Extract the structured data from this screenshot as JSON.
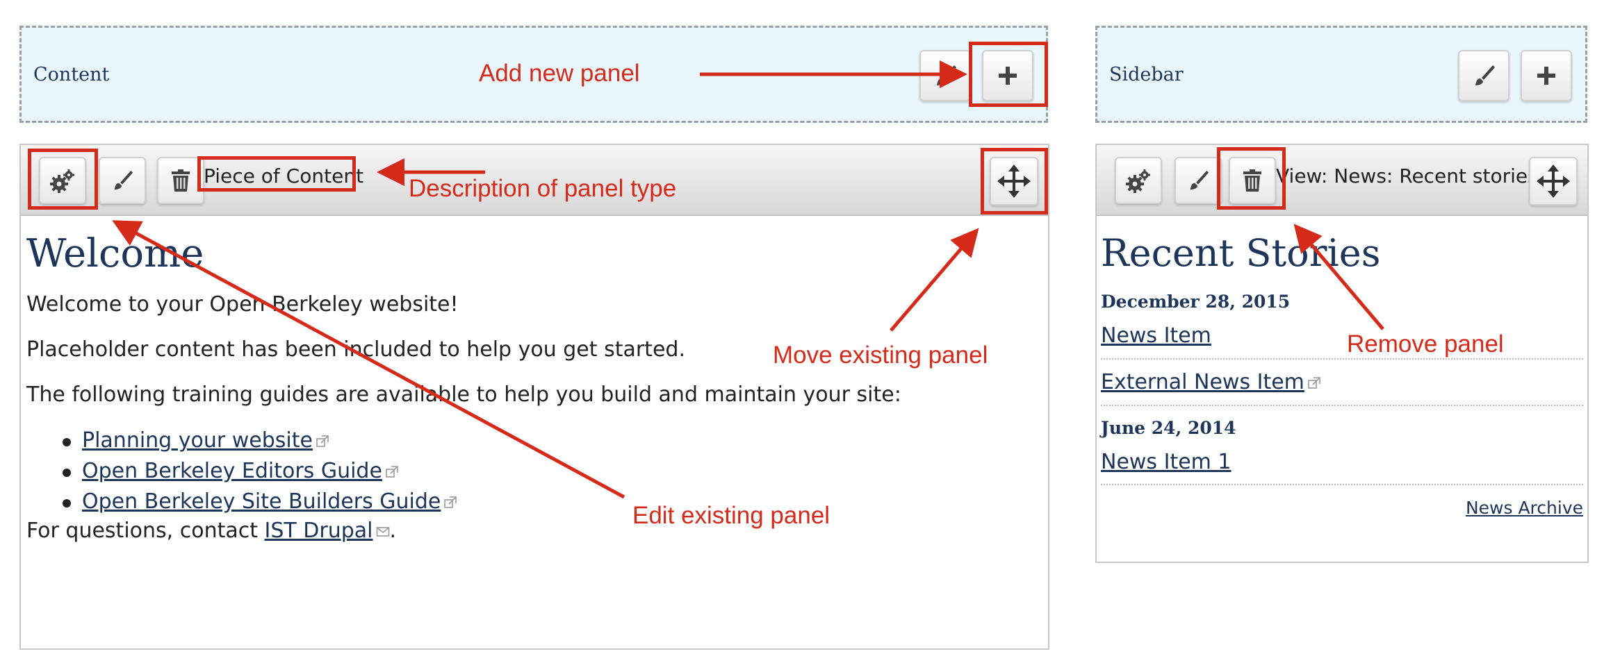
{
  "content_region": {
    "title": "Content"
  },
  "sidebar_region": {
    "title": "Sidebar"
  },
  "welcome_pane": {
    "type_label": "Piece of Content",
    "heading": "Welcome",
    "paragraphs": [
      "Welcome to your Open Berkeley website!",
      "Placeholder content has been included to help you get started.",
      "The following training guides are available to help you build and maintain your site:"
    ],
    "guides": [
      "Planning your website",
      "Open Berkeley Editors Guide",
      "Open Berkeley Site Builders Guide"
    ],
    "contact_prefix": "For questions, contact ",
    "contact_link": "IST Drupal",
    "contact_suffix": "."
  },
  "news_pane": {
    "type_label": "View: News: Recent stories",
    "heading": "Recent Stories",
    "groups": [
      {
        "date": "December 28, 2015",
        "items": [
          "News Item",
          "External News Item"
        ]
      },
      {
        "date": "June 24, 2014",
        "items": [
          "News Item 1"
        ]
      }
    ],
    "archive_link": "News Archive"
  },
  "annotations": {
    "add_panel": "Add new panel",
    "description": "Description of panel type",
    "move_panel": "Move existing panel",
    "edit_panel": "Edit existing panel",
    "remove_panel": "Remove panel"
  },
  "colors": {
    "annotation": "#d42a1a",
    "region_background": "#e9f7fc",
    "heading": "#1d3559"
  },
  "icons": [
    "gear-icon",
    "brush-icon",
    "trash-icon",
    "plus-icon",
    "move-arrows-icon",
    "external-link-icon",
    "mail-icon"
  ]
}
